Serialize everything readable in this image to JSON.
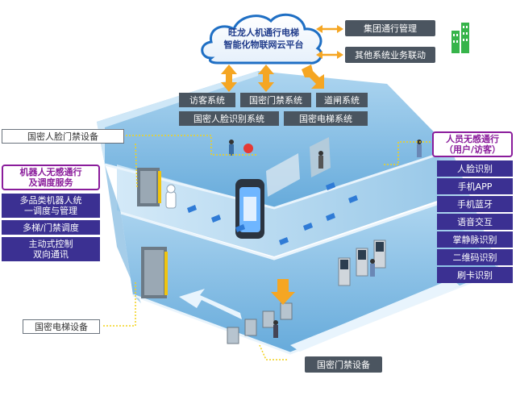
{
  "cloud": {
    "line1": "旺龙人机通行电梯",
    "line2": "智能化物联网云平台"
  },
  "right_top": {
    "group_mgmt": "集团通行管理",
    "other_systems": "其他系统业务联动"
  },
  "subsystems": [
    "访客系统",
    "国密门禁系统",
    "道闸系统",
    "国密人脸识别系统",
    "国密电梯系统"
  ],
  "left_labels": {
    "face_access_device": "国密人脸门禁设备",
    "robot_title": "机器人无感通行\n及调度服务",
    "robot_items": [
      "多品类机器人统\n一调度与管理",
      "多梯/门禁调度",
      "主动式控制\n双向通讯"
    ],
    "elevator_device": "国密电梯设备"
  },
  "right_panel": {
    "title": "人员无感通行\n（用户/访客）",
    "items": [
      "人脸识别",
      "手机APP",
      "手机蓝牙",
      "语音交互",
      "掌静脉识别",
      "二维码识别",
      "刷卡识别"
    ]
  },
  "bottom_label": "国密门禁设备",
  "colors": {
    "purple_accent": "#8a1c9b",
    "purple_fill": "#3b3092",
    "dark_label": "#4b5560",
    "arrow_orange": "#f5a623",
    "building_blue": "#6fb0dc"
  }
}
